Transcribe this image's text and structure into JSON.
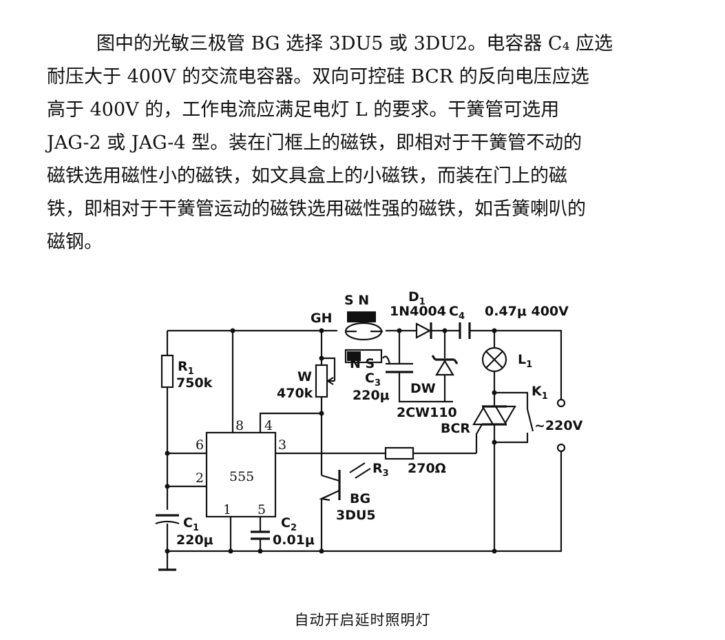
{
  "article": {
    "lines": [
      "图中的光敏三极管 BG 选择 3DU5 或 3DU2。电容器 C₄ 应选",
      "耐压大于 400V 的交流电容器。双向可控硅 BCR 的反向电压应选",
      "高于 400V 的，工作电流应满足电灯 L 的要求。干簧管可选用",
      "JAG-2 或 JAG-4 型。装在门框上的磁铁，即相对于干簧管不动的",
      "磁铁选用磁性小的磁铁，如文具盒上的小磁铁，而装在门上的磁",
      "铁，即相对于干簧管运动的磁铁选用磁性强的磁铁，如舌簧喇叭的",
      "磁钢。"
    ]
  },
  "diagram": {
    "r1_name": "R",
    "r1_sub": "1",
    "r1_value": "750k",
    "ic_label": "555",
    "pin8": "8",
    "pin4": "4",
    "pin6": "6",
    "pin3": "3",
    "pin2": "2",
    "pin1": "1",
    "pin5": "5",
    "c1_name": "C",
    "c1_sub": "1",
    "c1_value": "220μ",
    "c2_name": "C",
    "c2_sub": "2",
    "c2_value": "0.01μ",
    "w_name": "W",
    "w_value": "470k",
    "gh_label": "GH",
    "magnet_top": "S  N",
    "magnet_bottom": "N S",
    "c3_name": "C",
    "c3_sub": "3",
    "c3_value": "220μ",
    "d1_name": "D",
    "d1_sub": "1",
    "d1_part": "1N4004",
    "dw_name": "DW",
    "dw_part": "2CW110",
    "c4_name": "C",
    "c4_sub": "4",
    "c4_value": "0.47μ  400V",
    "l1_name": "L",
    "l1_sub": "1",
    "k1_name": "K",
    "k1_sub": "1",
    "bcr_label": "BCR",
    "mains_label": "~220V",
    "r3_name": "R",
    "r3_sub": "3",
    "r3_value": "270Ω",
    "bg_name": "BG",
    "bg_part": "3DU5"
  },
  "caption": "自动开启延时照明灯"
}
